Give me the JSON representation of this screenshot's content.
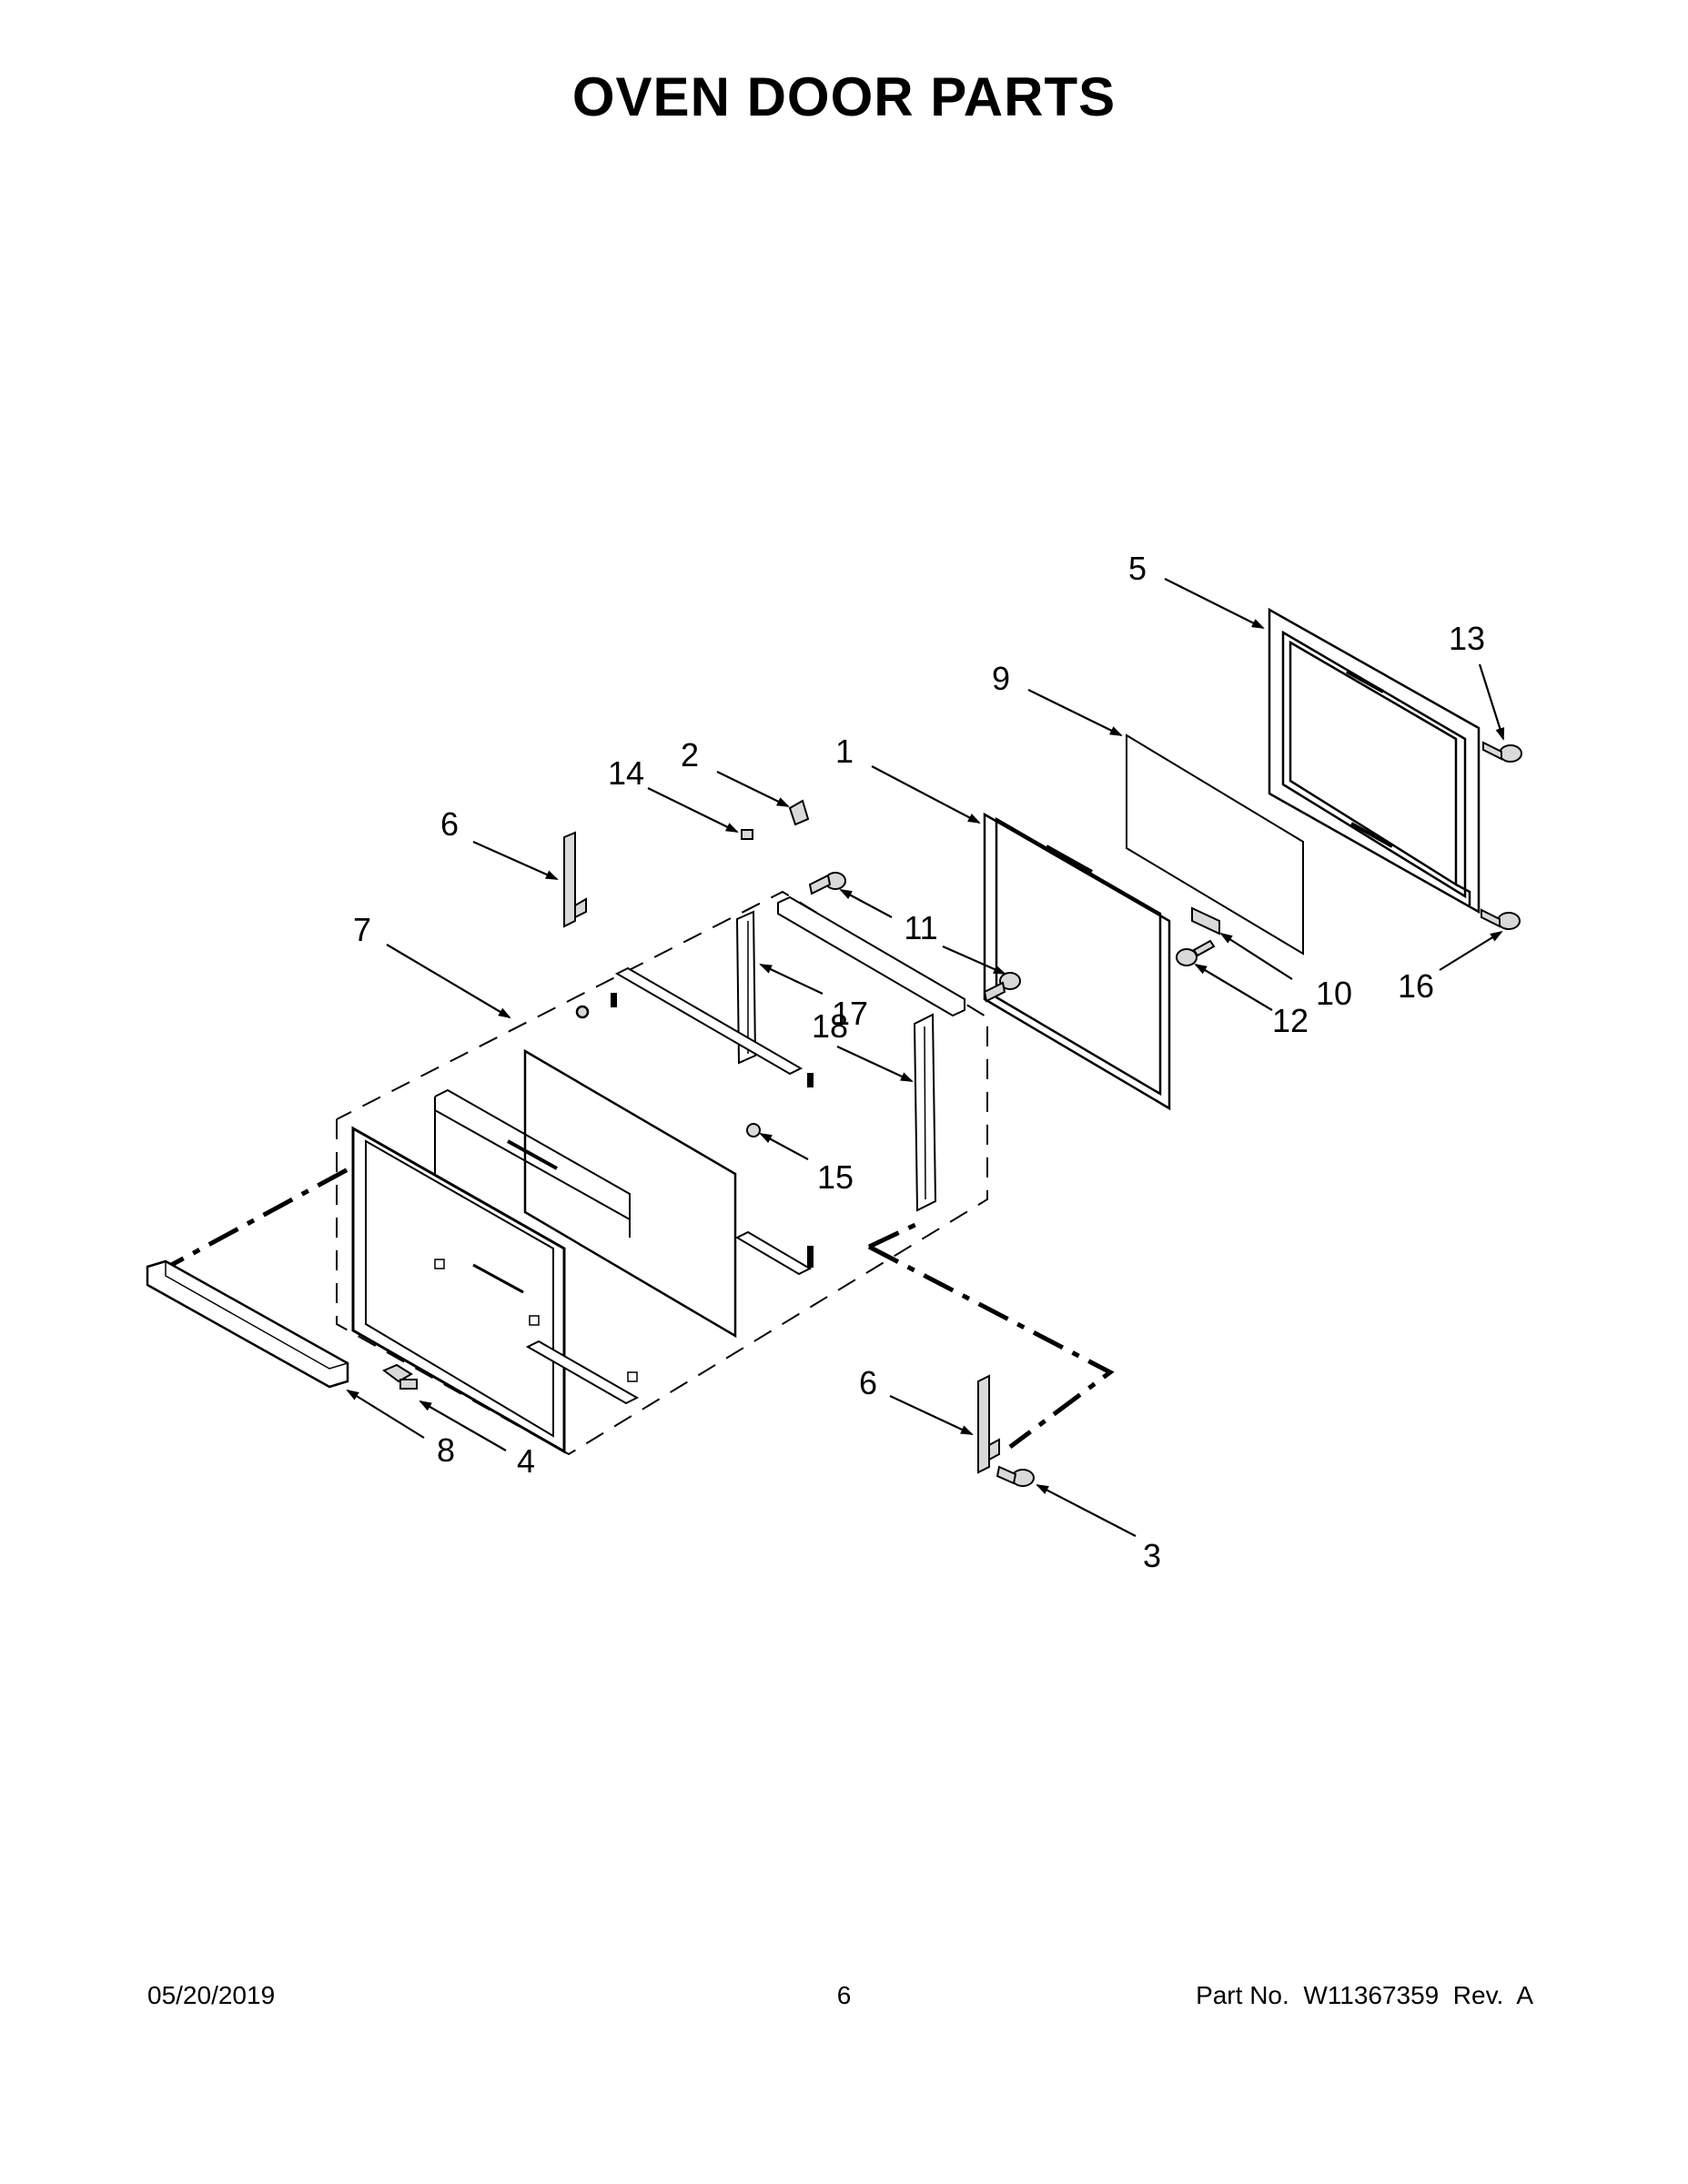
{
  "page": {
    "title": "OVEN DOOR PARTS"
  },
  "callouts": [
    {
      "id": "c5",
      "label": "5"
    },
    {
      "id": "c13",
      "label": "13"
    },
    {
      "id": "c9",
      "label": "9"
    },
    {
      "id": "c2",
      "label": "2"
    },
    {
      "id": "c1",
      "label": "1"
    },
    {
      "id": "c14",
      "label": "14"
    },
    {
      "id": "c6a",
      "label": "6"
    },
    {
      "id": "c7",
      "label": "7"
    },
    {
      "id": "c11",
      "label": "11"
    },
    {
      "id": "c10",
      "label": "10"
    },
    {
      "id": "c16",
      "label": "16"
    },
    {
      "id": "c12",
      "label": "12"
    },
    {
      "id": "c17",
      "label": "17"
    },
    {
      "id": "c18",
      "label": "18"
    },
    {
      "id": "c15",
      "label": "15"
    },
    {
      "id": "c6b",
      "label": "6"
    },
    {
      "id": "c8",
      "label": "8"
    },
    {
      "id": "c4",
      "label": "4"
    },
    {
      "id": "c3",
      "label": "3"
    }
  ],
  "footer": {
    "date": "05/20/2019",
    "page_number": "6",
    "part_number": "Part No.  W11367359  Rev.  A"
  },
  "colors": {
    "line": "#000000",
    "glass_fill": "#ffffff",
    "metal_fill": "#d9d9d9"
  }
}
